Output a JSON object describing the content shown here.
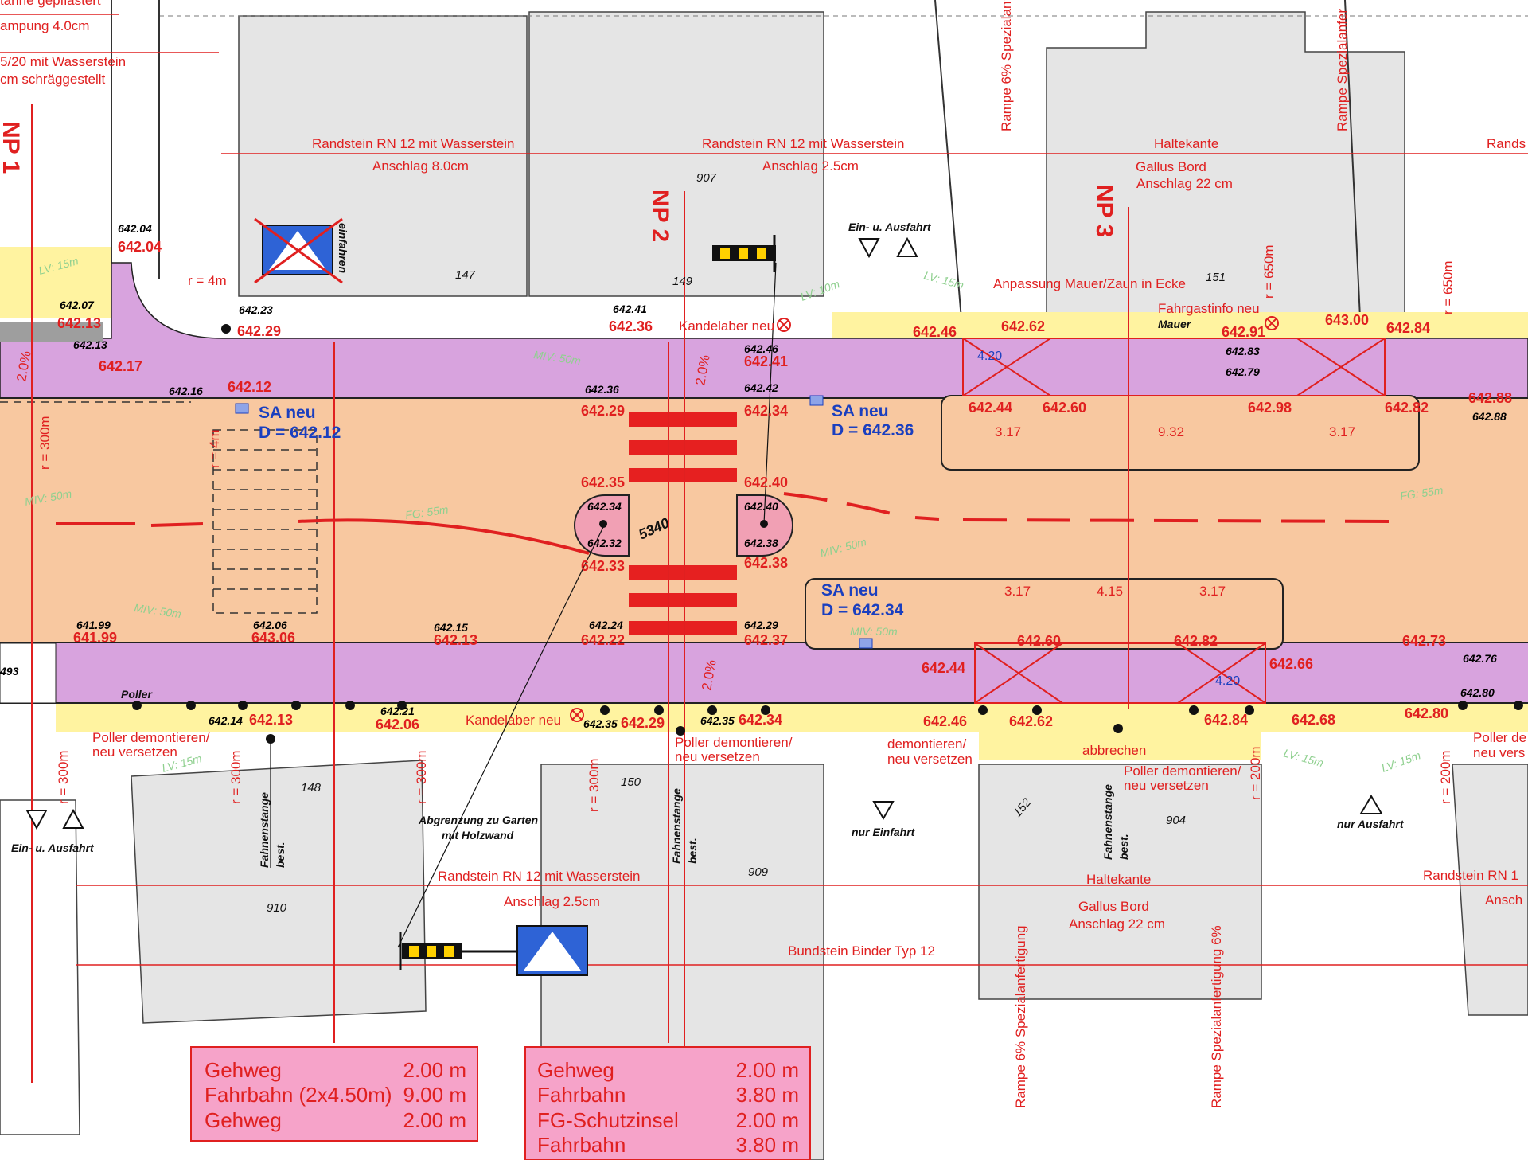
{
  "title_fragments": {
    "top_left_1": "tanne gepflastert",
    "top_left_2": "ampung 4.0cm",
    "top_left_3": "5/20 mit Wasserstein",
    "top_left_4": "cm schräggestellt"
  },
  "sections": {
    "np1": "NP 1",
    "np2": "NP 2",
    "np3": "NP 3"
  },
  "curbs": {
    "top_a_1": "Randstein RN 12 mit Wasserstein",
    "top_a_2": "Anschlag 8.0cm",
    "top_b_1": "Randstein RN 12 mit Wasserstein",
    "top_b_2": "Anschlag 2.5cm",
    "top_c_1": "Haltekante",
    "top_c_2": "Gallus Bord",
    "top_c_3": "Anschlag 22 cm",
    "top_d": "Rands",
    "bottom_a_1": "Randstein RN 12 mit Wasserstein",
    "bottom_a_2": "Anschlag 2.5cm",
    "bottom_b_1": "Haltekante",
    "bottom_b_2": "Gallus Bord",
    "bottom_b_3": "Anschlag 22 cm",
    "bottom_c_1": "Randstein RN 1",
    "bottom_c_2": "Ansch",
    "bundstein": "Bundstein Binder Typ 12"
  },
  "ramps": {
    "r1": "Rampe 6% Spezialanf",
    "r2": "Rampe Spezialanfer",
    "r3": "Rampe 6% Spezialanfertigung",
    "r4": "Rampe Spezialanfertigung 6%"
  },
  "notes": {
    "einausfahrt": "Ein- u. Ausfahrt",
    "einausfahrt2": "Ein- u. Ausfahrt",
    "nur_einfahrt": "nur Einfahrt",
    "nur_ausfahrt": "nur Ausfahrt",
    "anpassung": "Anpassung Mauer/Zaun in Ecke",
    "fahrgastinfo": "Fahrgastinfo neu",
    "mauer": "Mauer",
    "kandelaber_top": "Kandelaber neu",
    "kandelaber_bottom": "Kandelaber neu",
    "poller_1": "Poller demontieren/",
    "poller_1b": "neu versetzen",
    "poller_2": "Poller demontieren/",
    "poller_2b": "neu versetzen",
    "poller_3": "demontieren/",
    "poller_3b": "neu versetzen",
    "poller_4": "Poller demontieren/",
    "poller_4b": "neu versetzen",
    "poller_5": "Poller de",
    "poller_5b": "neu vers",
    "abbrechen": "abbrechen",
    "abgrenzung_1": "Abgrenzung zu Garten",
    "abgrenzung_2": "mit Holzwand",
    "fahnenstange_1": "Fahnenstange",
    "fahnenstange_1b": "best.",
    "fahnenstange_2": "Fahnenstange",
    "fahnenstange_2b": "best.",
    "fahnenstange_3": "Fahnenstange",
    "fahnenstange_3b": "best.",
    "poller": "Poller",
    "einfahren": "einfahren"
  },
  "parcels": [
    "147",
    "149",
    "151",
    "148",
    "150",
    "152",
    "907",
    "909",
    "910",
    "904",
    "5340"
  ],
  "radii": {
    "r4m": "r = 4m",
    "r4m_v": "r = 4m",
    "r300_a": "r = 300m",
    "r300_b": "r = 300m",
    "r300_c": "r = 300m",
    "r300_d": "r = 300m",
    "r300_e": "r = 300m",
    "r650_a": "r = 650m",
    "r650_b": "r = 650m",
    "r200_a": "r = 200m",
    "r200_b": "r = 200m"
  },
  "sight": {
    "lv15_a": "LV: 15m",
    "lv10": "LV: 10m",
    "lv15_b": "LV: 15m",
    "lv15_c": "LV: 15m",
    "lv15_d": "LV: 15m",
    "lv15_e": "LV: 15m",
    "miv50_a": "MIV: 50m",
    "miv50_b": "MIV: 50m",
    "miv50_c": "MIV: 50m",
    "miv50_d": "MIV: 50m",
    "miv50_e": "MIV: 50m",
    "fg55_a": "FG: 55m",
    "fg55_b": "FG: 55m"
  },
  "slopes": {
    "s1": "2.0%",
    "s2": "2.0%",
    "s3": "2.0%"
  },
  "drains": {
    "sa1_a": "SA neu",
    "sa1_b": "D = 642.12",
    "sa2_a": "SA neu",
    "sa2_b": "D = 642.36",
    "sa3_a": "SA neu",
    "sa3_b": "D = 642.34"
  },
  "dims": {
    "d420_top": "4.20",
    "d317_a": "3.17",
    "d932": "9.32",
    "d317_b": "3.17",
    "d317_c": "3.17",
    "d415": "4.15",
    "d317_d": "3.17",
    "d420_bot": "4.20"
  },
  "elevations_red": [
    "642.04",
    "642.13",
    "642.17",
    "642.29",
    "642.12",
    "642.36",
    "642.41",
    "642.29",
    "642.34",
    "642.35",
    "642.40",
    "642.33",
    "642.38",
    "642.46",
    "642.62",
    "642.91",
    "643.00",
    "642.84",
    "642.44",
    "642.60",
    "642.98",
    "642.82",
    "642.88",
    "641.99",
    "643.06",
    "642.13",
    "642.22",
    "642.37",
    "642.60",
    "642.82",
    "642.73",
    "642.44",
    "642.66",
    "642.13",
    "642.06",
    "642.29",
    "642.34",
    "642.46",
    "642.62",
    "642.84",
    "642.68",
    "642.80"
  ],
  "elevations_small": [
    "642.04",
    "642.07",
    "642.13",
    "642.23",
    "642.16",
    "642.41",
    "642.46",
    "642.36",
    "642.42",
    "642.34",
    "642.32",
    "642.40",
    "642.38",
    "642.83",
    "642.79",
    "642.88",
    "641.99",
    "642.06",
    "642.15",
    "642.24",
    "642.29",
    "642.76",
    "642.80",
    "642.14",
    "642.21",
    "642.35",
    "642.35",
    "493"
  ],
  "summary_left": {
    "rows": [
      {
        "label": "Gehweg",
        "value": "2.00 m"
      },
      {
        "label": "Fahrbahn (2x4.50m)",
        "value": "9.00 m"
      },
      {
        "label": "Gehweg",
        "value": "2.00 m"
      }
    ]
  },
  "summary_right": {
    "rows": [
      {
        "label": "Gehweg",
        "value": "2.00 m"
      },
      {
        "label": "Fahrbahn",
        "value": "3.80 m"
      },
      {
        "label": "FG-Schutzinsel",
        "value": "2.00 m"
      },
      {
        "label": "Fahrbahn",
        "value": "3.80 m"
      }
    ]
  },
  "colors": {
    "road": "#f8c9a0",
    "sidewalk_purple": "#d8a6e0",
    "yellow": "#fff6a8",
    "red": "#e02020",
    "blue": "#1a3fbf",
    "building": "#e6e6e6",
    "box_fill": "#f6a3c9"
  }
}
